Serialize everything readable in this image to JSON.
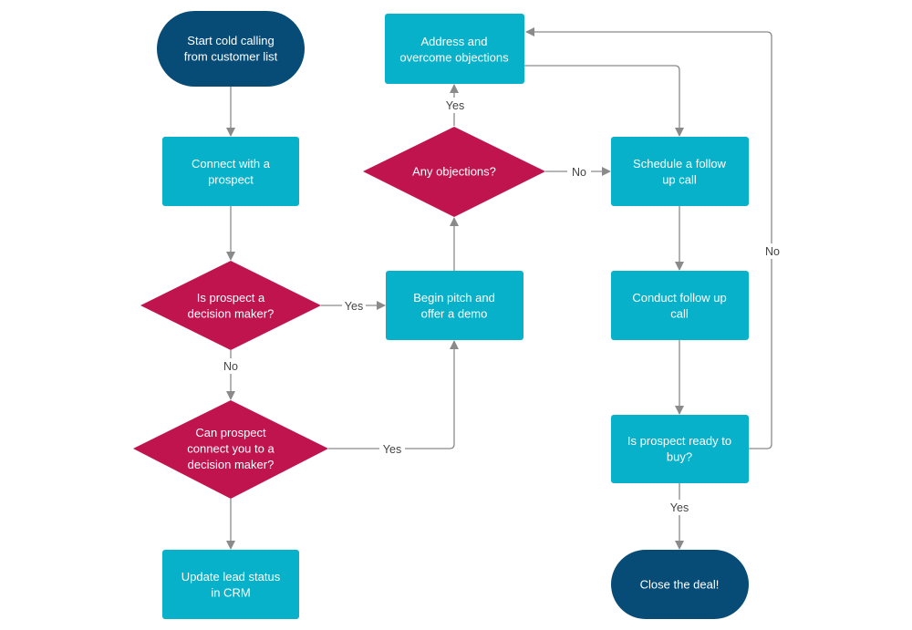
{
  "colors": {
    "process": "#07b1c9",
    "terminal": "#074b77",
    "decision": "#c0144e",
    "connector": "#8a8a8a",
    "label": "#444444"
  },
  "nodes": {
    "start": {
      "lines": [
        "Start cold calling",
        "from customer list"
      ]
    },
    "connect": {
      "lines": [
        "Connect with a",
        "prospect"
      ]
    },
    "decision_maker": {
      "lines": [
        "Is prospect a",
        "decision maker?"
      ]
    },
    "can_connect": {
      "lines": [
        "Can prospect",
        "connect you to a",
        "decision maker?"
      ]
    },
    "update_crm": {
      "lines": [
        "Update lead status",
        "in CRM"
      ]
    },
    "pitch": {
      "lines": [
        "Begin pitch and",
        "offer a demo"
      ]
    },
    "objections": {
      "lines": [
        "Any objections?"
      ]
    },
    "address": {
      "lines": [
        "Address and",
        "overcome objections"
      ]
    },
    "schedule": {
      "lines": [
        "Schedule a follow",
        "up call"
      ]
    },
    "conduct": {
      "lines": [
        "Conduct follow up",
        "call"
      ]
    },
    "ready": {
      "lines": [
        "Is prospect ready to",
        "buy?"
      ]
    },
    "close": {
      "lines": [
        "Close the deal!"
      ]
    }
  },
  "edge_labels": {
    "decision_maker_yes": "Yes",
    "decision_maker_no": "No",
    "can_connect_yes": "Yes",
    "objections_yes": "Yes",
    "objections_no": "No",
    "ready_no": "No",
    "ready_yes": "Yes"
  }
}
